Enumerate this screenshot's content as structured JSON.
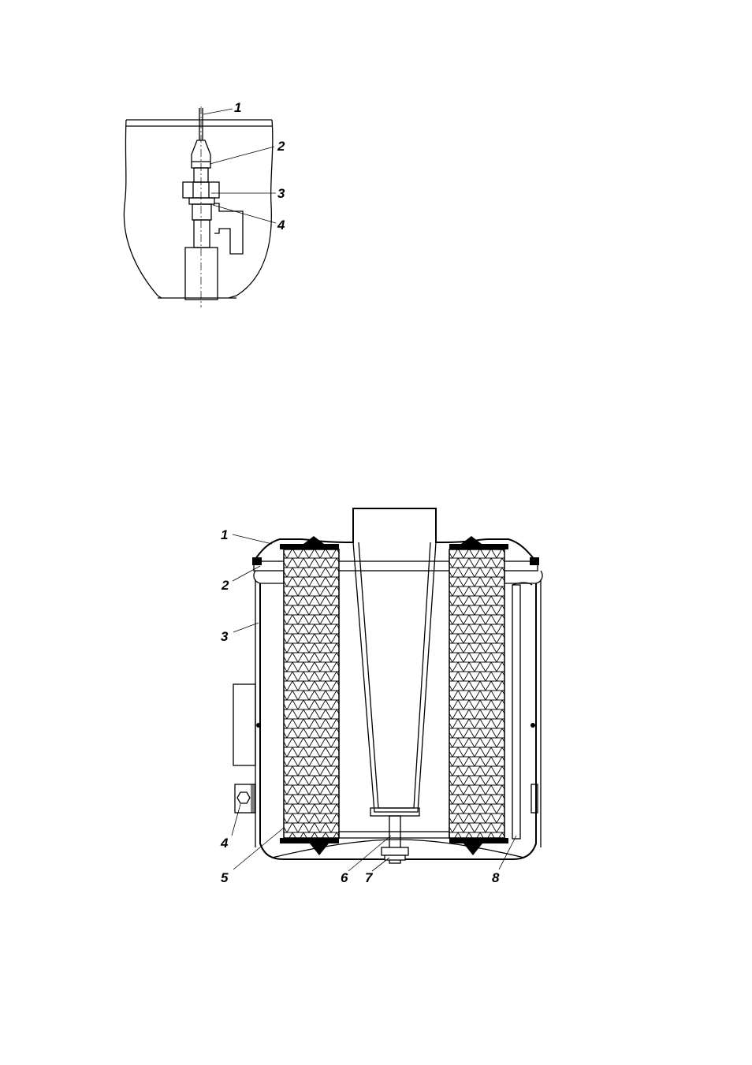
{
  "figure_top": {
    "callouts": [
      "1",
      "2",
      "3",
      "4"
    ]
  },
  "figure_bottom": {
    "callouts": [
      "1",
      "2",
      "3",
      "4",
      "5",
      "6",
      "7",
      "8"
    ]
  },
  "colors": {
    "ink": "#000000",
    "paper": "#ffffff"
  }
}
